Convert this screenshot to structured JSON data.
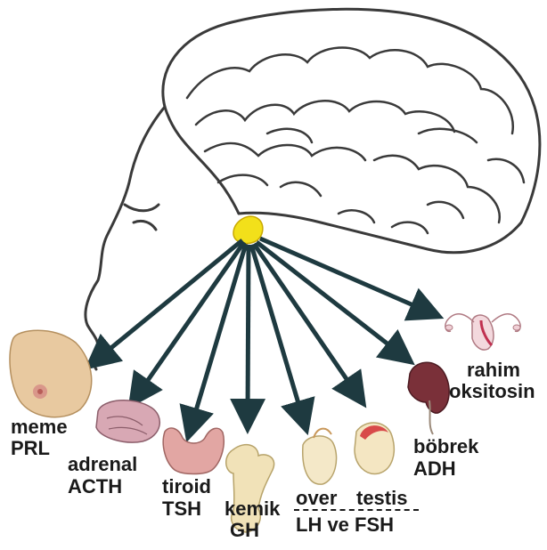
{
  "labels": {
    "meme": "meme",
    "prl": "PRL",
    "adrenal": "adrenal",
    "acth": "ACTH",
    "tiroid": "tiroid",
    "tsh": "TSH",
    "kemik": "kemik",
    "gh": "GH",
    "over": "over",
    "testis": "testis",
    "lh_fsh": "LH ve FSH",
    "bobrek": "böbrek",
    "adh": "ADH",
    "rahim": "rahim",
    "oksitosin": "oksitosin"
  },
  "colors": {
    "outline": "#3a3a3a",
    "arrow": "#1e3a40",
    "pituitary": "#f2e01a"
  }
}
